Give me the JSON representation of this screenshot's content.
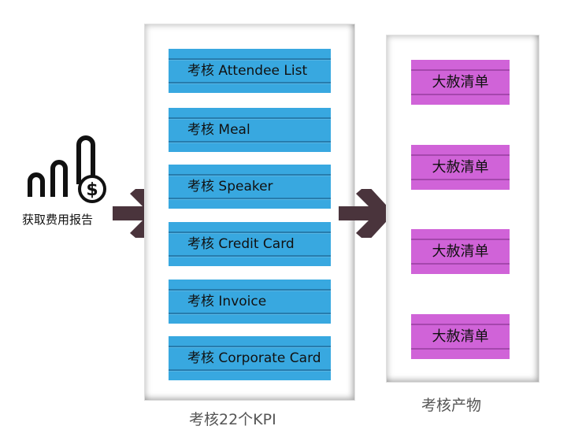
{
  "source": {
    "icon": "expense-report-chart-dollar-icon",
    "label": "获取费用报告"
  },
  "kpi_panel": {
    "caption": "考核22个KPI",
    "items": [
      {
        "label": "考核 Attendee List"
      },
      {
        "label": "考核 Meal"
      },
      {
        "label": "考核 Speaker"
      },
      {
        "label": "考核 Credit Card"
      },
      {
        "label": "考核 Invoice"
      },
      {
        "label": "考核 Corporate Card"
      }
    ]
  },
  "output_panel": {
    "caption": "考核产物",
    "items": [
      {
        "label": "大赦清单"
      },
      {
        "label": "大赦清单"
      },
      {
        "label": "大赦清单"
      },
      {
        "label": "大赦清单"
      }
    ]
  },
  "colors": {
    "kpi_box": "#38a8e0",
    "output_box": "#d063d8",
    "arrow": "#4a343c"
  }
}
